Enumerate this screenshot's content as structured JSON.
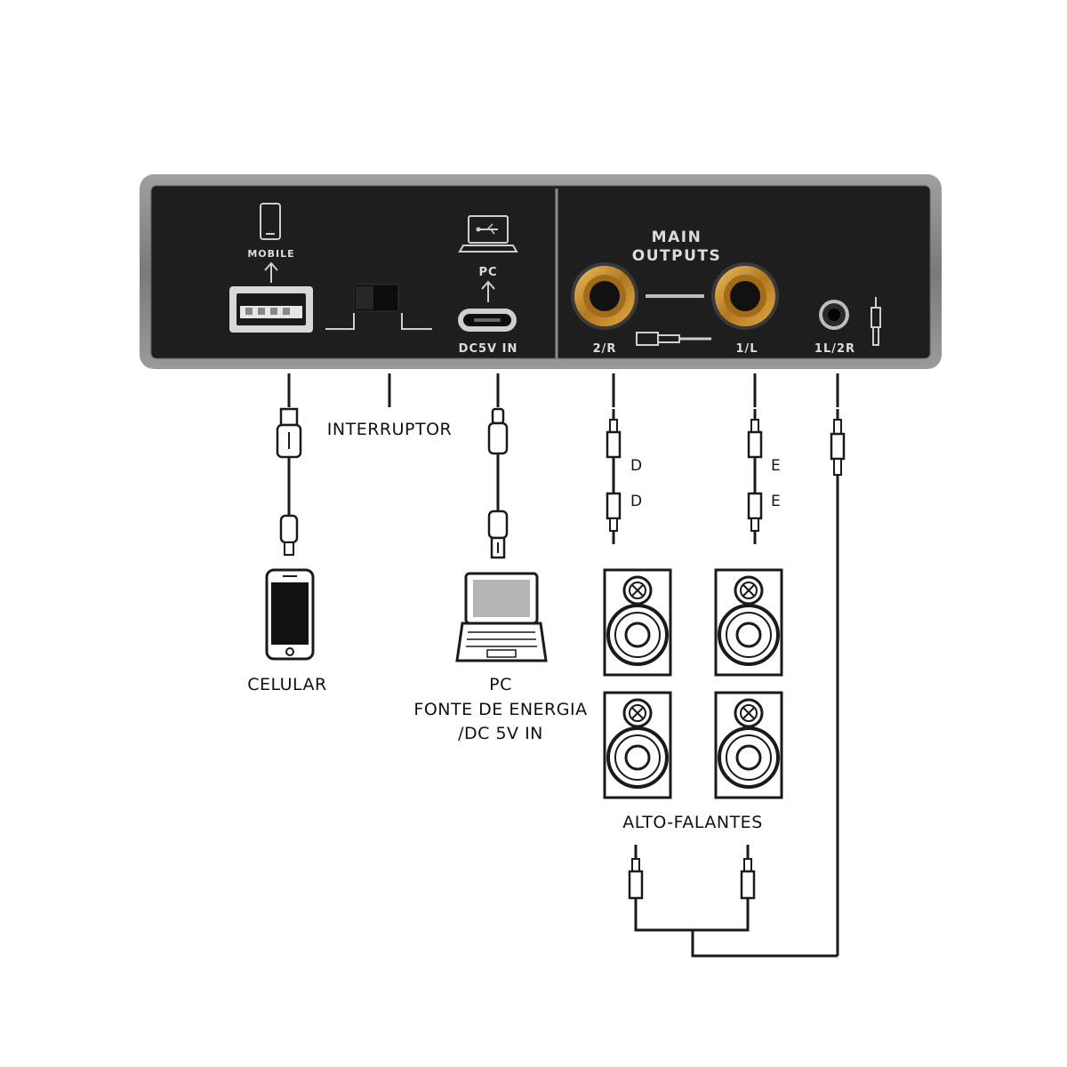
{
  "panel": {
    "mobile_label": "MOBILE",
    "pc_label": "PC",
    "dc_label": "DC5V IN",
    "main_outputs_line1": "MAIN",
    "main_outputs_line2": "OUTPUTS",
    "out_right_label": "2/R",
    "out_left_label": "1/L",
    "headphone_label": "1L/2R"
  },
  "labels": {
    "switch": "INTERRUPTOR",
    "phone": "CELULAR",
    "pc_line1": "PC",
    "pc_line2": "FONTE DE ENERGIA",
    "pc_line3": "/DC 5V IN",
    "speakers": "ALTO-FALANTES",
    "right_top": "D",
    "right_bottom": "D",
    "left_top": "E",
    "left_bottom": "E"
  },
  "colors": {
    "panel_face": "#1e1e1e",
    "panel_frame": "#8c8c8c",
    "gold_jack": "#c8922e",
    "line": "#1a1a1a"
  }
}
